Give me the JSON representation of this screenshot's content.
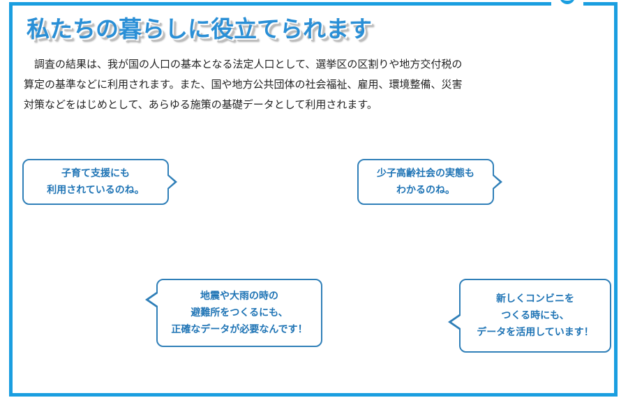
{
  "header": {
    "title": "私たちの暮らしに役立てられます"
  },
  "intro": {
    "lines": [
      "　調査の結果は、我が国の人口の基本となる法定人口として、選挙区の区割りや地方交付税の",
      "算定の基準などに利用されます。また、国や地方公共団体の社会福祉、雇用、環境整備、災害",
      "対策などをはじめとして、あらゆる施策の基礎データとして利用されます。"
    ]
  },
  "bubbles": [
    {
      "lines": [
        "子育て支援にも",
        "利用されているのね。"
      ]
    },
    {
      "lines": [
        "少子高齢社会の実態も",
        "わかるのね。"
      ]
    },
    {
      "lines": [
        "地震や大雨の時の",
        "避難所をつくるにも、",
        "正確なデータが必要なんです！"
      ]
    },
    {
      "lines": [
        "新しくコンビニを",
        "つくる時にも、",
        "データを活用しています！"
      ]
    }
  ],
  "colors": {
    "frame": "#1a9ee0",
    "title": "#2a8fd6",
    "bubble_border": "#2f7fb8",
    "bubble_text": "#1f74b5"
  }
}
